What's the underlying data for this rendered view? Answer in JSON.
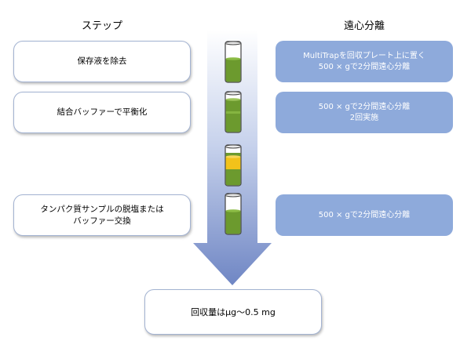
{
  "headers": {
    "steps": "ステップ",
    "centrifuge": "遠心分離"
  },
  "steps": [
    {
      "label": "保存液を除去"
    },
    {
      "label": "結合バッファーで平衡化"
    },
    {
      "line1": "タンパク質サンプルの脱塩または",
      "line2": "バッファー交換"
    }
  ],
  "centrifuge": [
    {
      "line1": "MultiTrapを回収プレート上に置く",
      "line2": "500 × gで2分間遠心分離"
    },
    {
      "line1": "500 × gで2分間遠心分離",
      "line2": "2回実施"
    },
    {
      "line1": "500 × gで2分間遠心分離"
    }
  ],
  "result": {
    "label": "回収量はµg～0.5 mg"
  },
  "tubes": [
    {
      "liquid": "green",
      "level": 0.5
    },
    {
      "liquid": "green",
      "level": 0.5
    },
    {
      "liquid": "yellow-in-green",
      "level": 0.55
    },
    {
      "liquid": "green",
      "level": 0.5
    }
  ],
  "colors": {
    "box_border": "#a3b3d2",
    "centrifuge_fill": "#8eaadb",
    "arrow_top": "#ffffff",
    "arrow_bottom": "#7f93c9",
    "liquid_green": "#6c9a2e",
    "liquid_yellow": "#f2c21a"
  }
}
